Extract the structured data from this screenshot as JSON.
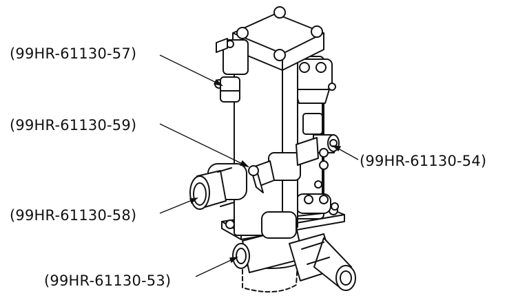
{
  "callouts": [
    {
      "id": "c57",
      "text": "(99HR-61130-57)"
    },
    {
      "id": "c59",
      "text": "(99HR-61130-59)"
    },
    {
      "id": "c54",
      "text": "(99HR-61130-54)"
    },
    {
      "id": "c58",
      "text": "(99HR-61130-58)"
    },
    {
      "id": "c53",
      "text": "(99HR-61130-53)"
    }
  ],
  "colors": {
    "line": "#111111",
    "fill": "#ffffff",
    "background": "#ffffff"
  }
}
